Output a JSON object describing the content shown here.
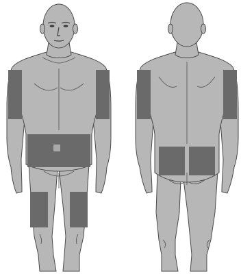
{
  "colors": {
    "background": "#ffffff",
    "body_fill": "#b7b7b7",
    "body_outline": "#4a4a4a",
    "injection_zone": "#6a6a6a",
    "excluded_area": "#a9a9a9"
  },
  "figures": [
    {
      "view": "front",
      "zones": [
        "left-upper-arm",
        "right-upper-arm",
        "abdomen",
        "left-thigh",
        "right-thigh"
      ],
      "excluded_area": "navel"
    },
    {
      "view": "back",
      "zones": [
        "left-upper-arm",
        "right-upper-arm",
        "left-buttock",
        "right-buttock"
      ]
    }
  ]
}
